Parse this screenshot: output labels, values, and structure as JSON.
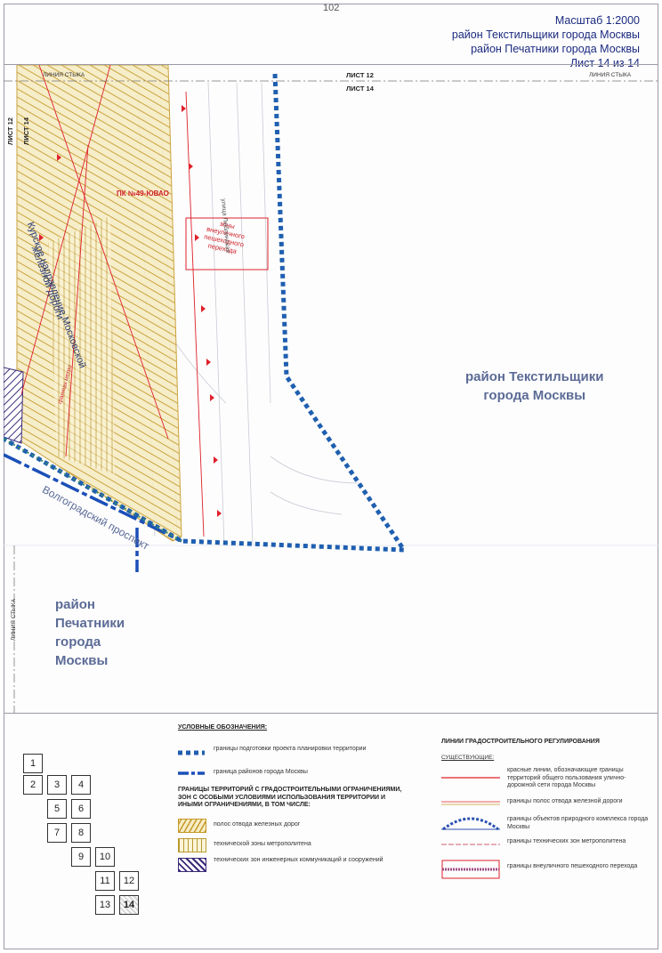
{
  "page_number": "102",
  "title_block": {
    "scale": "Масштаб 1:2000",
    "district_1": "район Текстильщики города Москвы",
    "district_2": "район Печатники города Москвы",
    "sheet": "Лист 14 из 14"
  },
  "map": {
    "junction_line_label": "ЛИНИЯ СТЫКА",
    "sheet_12": "ЛИСТ 12",
    "sheet_14": "ЛИСТ 14",
    "railway_label_1": "Курское направление Московской",
    "railway_label_2": "железной дороги",
    "pk_label": "ПК №49-ЮВАО",
    "pedestrian_zone": [
      "зоны",
      "внеуличного",
      "пешеходного",
      "перехода"
    ],
    "street_label": "улица Люблинская",
    "metro_label": "границы метро",
    "avenue_label": "Волгоградский проспект",
    "district_textilshchiki": [
      "район Текстильщики",
      "города Москвы"
    ],
    "district_pechatniki": [
      "район",
      "Печатники",
      "города",
      "Москвы"
    ]
  },
  "legend": {
    "title": "УСЛОВНЫЕ ОБОЗНАЧЕНИЯ:",
    "items": {
      "planning_boundary": "границы подготовки проекта планировки территории",
      "district_boundary": "граница районов города Москвы"
    },
    "restricted_header": "ГРАНИЦЫ ТЕРРИТОРИЙ С ГРАДОСТРОИТЕЛЬНЫМИ ОГРАНИЧЕНИЯМИ, ЗОН С ОСОБЫМИ УСЛОВИЯМИ ИСПОЛЬЗОВАНИЯ ТЕРРИТОРИИ И ИНЫМИ ОГРАНИЧЕНИЯМИ, В ТОМ ЧИСЛЕ:",
    "restricted": {
      "railway": "полос отвода железных дорог",
      "metro": "технической зоны метрополитена",
      "engineering": "технических зон инженерных коммуникаций и сооружений"
    },
    "regulation_title": "ЛИНИИ ГРАДОСТРОИТЕЛЬНОГО РЕГУЛИРОВАНИЯ",
    "existing": "СУЩЕСТВУЮЩИЕ:",
    "regulation": {
      "red_lines": "красные линии, обозначающие границы территорий общего пользования улично-дорожной сети города Москвы",
      "railway_lines": "границы полос отвода железной дороги",
      "nature": "границы  объектов природного комплекса города Москвы",
      "metro_zones": "границы технических зон метрополитена",
      "pedestrian": "границы внеуличного пешеходного перехода"
    },
    "sheet_grid": [
      "1",
      "2",
      "3",
      "4",
      "5",
      "6",
      "7",
      "8",
      "9",
      "10",
      "11",
      "12",
      "13",
      "14"
    ],
    "current_sheet": "14"
  },
  "colors": {
    "boundary_blue": "#1f5fb0",
    "district_blue": "#1b4fb8",
    "red_line": "#e0202a",
    "rail_hatch": "#c9a227",
    "rail_fill": "#f2e6b4"
  }
}
